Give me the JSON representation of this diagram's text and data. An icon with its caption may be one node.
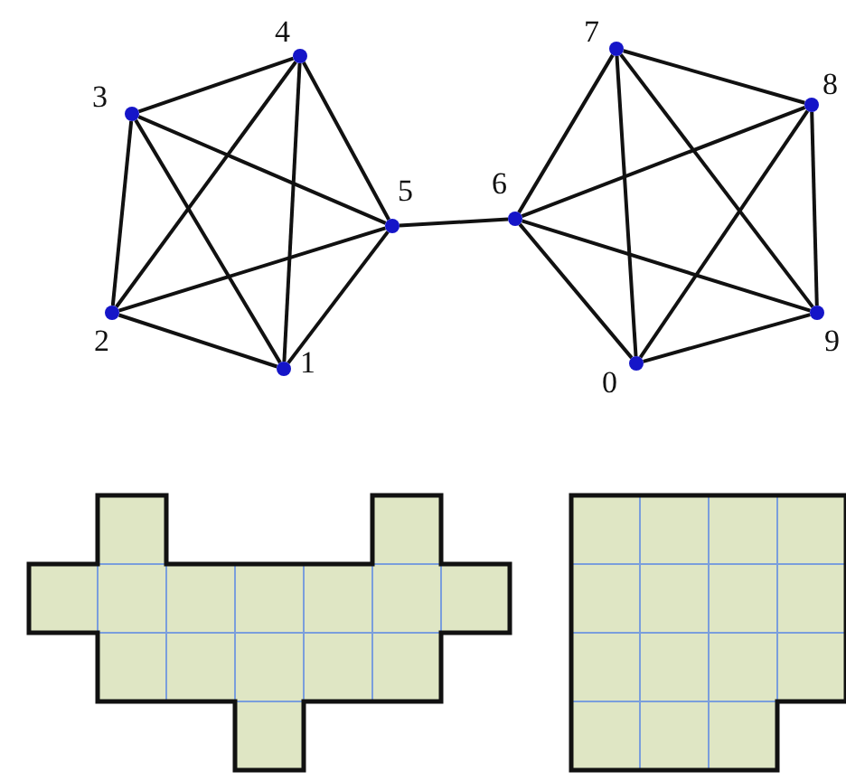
{
  "diagram": {
    "nodes": [
      {
        "text": [],
        "shape": "circle",
        "beside": [
          "0"
        ]
      },
      {
        "text": [],
        "shape": "circle",
        "beside": [
          "1"
        ]
      },
      {
        "text": [],
        "shape": "circle",
        "beside": [
          "2"
        ]
      },
      {
        "text": [],
        "shape": "circle",
        "beside": [
          "3"
        ]
      },
      {
        "text": [],
        "shape": "circle",
        "beside": [
          "4"
        ]
      },
      {
        "text": [],
        "shape": "circle",
        "beside": [
          "5"
        ]
      },
      {
        "text": [],
        "shape": "circle",
        "beside": [
          "6"
        ]
      },
      {
        "text": [],
        "shape": "circle",
        "beside": [
          "7"
        ]
      },
      {
        "text": [],
        "shape": "circle",
        "beside": [
          "8"
        ]
      },
      {
        "text": [],
        "shape": "circle",
        "beside": [
          "9"
        ]
      }
    ],
    "edges": [
      {
        "from": 3,
        "to": 4,
        "arrow": "none"
      },
      {
        "from": 4,
        "to": 5,
        "arrow": "none"
      },
      {
        "from": 5,
        "to": 1,
        "arrow": "none"
      },
      {
        "from": 1,
        "to": 2,
        "arrow": "none"
      },
      {
        "from": 2,
        "to": 3,
        "arrow": "none"
      },
      {
        "from": 3,
        "to": 5,
        "arrow": "none"
      },
      {
        "from": 3,
        "to": 1,
        "arrow": "none"
      },
      {
        "from": 4,
        "to": 2,
        "arrow": "none"
      },
      {
        "from": 4,
        "to": 1,
        "arrow": "none"
      },
      {
        "from": 2,
        "to": 5,
        "arrow": "none"
      },
      {
        "from": 5,
        "to": 6,
        "arrow": "none"
      },
      {
        "from": 6,
        "to": 7,
        "arrow": "none"
      },
      {
        "from": 7,
        "to": 8,
        "arrow": "none"
      },
      {
        "from": 8,
        "to": 9,
        "arrow": "none"
      },
      {
        "from": 9,
        "to": 0,
        "arrow": "none"
      },
      {
        "from": 0,
        "to": 6,
        "arrow": "none"
      },
      {
        "from": 6,
        "to": 8,
        "arrow": "none"
      },
      {
        "from": 6,
        "to": 9,
        "arrow": "none"
      },
      {
        "from": 7,
        "to": 0,
        "arrow": "none"
      },
      {
        "from": 7,
        "to": 9,
        "arrow": "none"
      },
      {
        "from": 8,
        "to": 0,
        "arrow": "none"
      }
    ]
  }
}
